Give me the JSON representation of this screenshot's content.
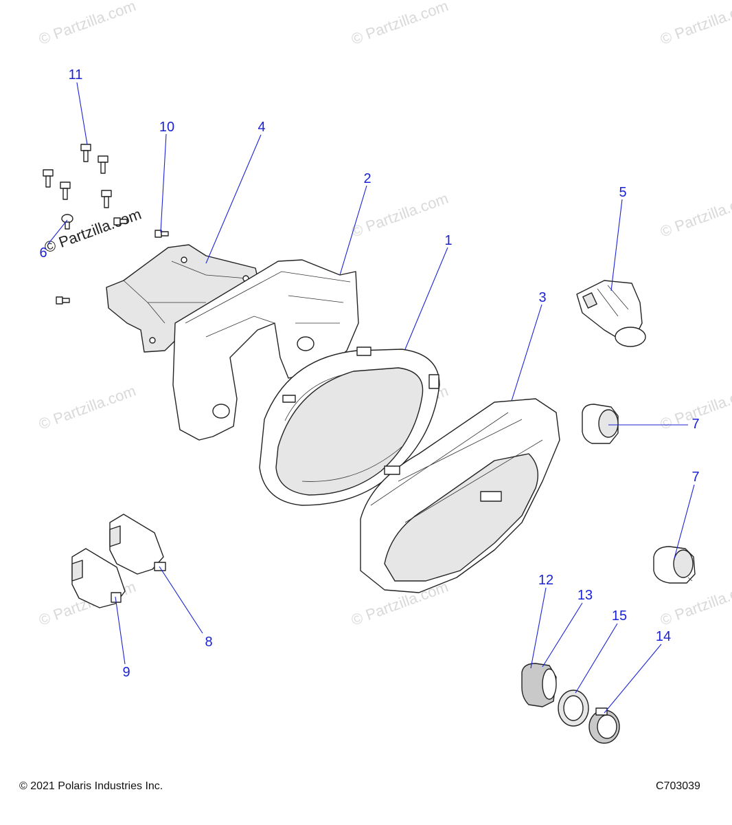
{
  "watermark_text": "© Partzilla.com",
  "callouts": {
    "c1": "1",
    "c2": "2",
    "c3": "3",
    "c4": "4",
    "c5": "5",
    "c6": "6",
    "c7a": "7",
    "c7b": "7",
    "c8": "8",
    "c9": "9",
    "c10": "10",
    "c11": "11",
    "c12": "12",
    "c13": "13",
    "c14": "14",
    "c15": "15"
  },
  "footer": {
    "copyright": "© 2021 Polaris Industries Inc.",
    "diagram_code": "C703039"
  },
  "colors": {
    "callout": "#1a22d6",
    "watermark": "#d9d9d9"
  }
}
